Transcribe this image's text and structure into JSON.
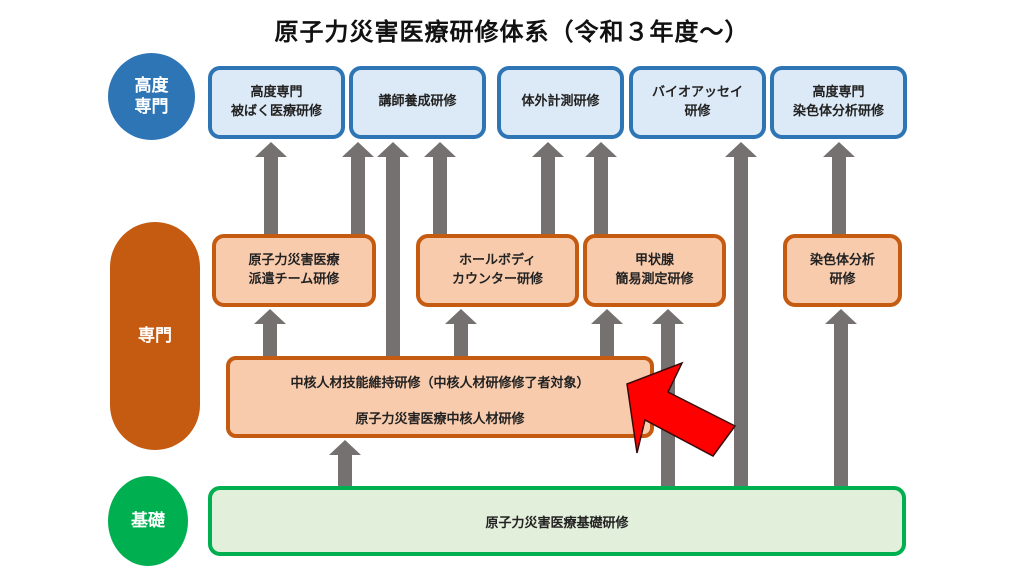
{
  "title": "原子力災害医療研修体系（令和３年度～）",
  "levels": {
    "advanced": "高度\n専門",
    "specialized": "専門",
    "basic": "基礎"
  },
  "advanced_courses": [
    {
      "id": "hibaku",
      "label": "高度専門\n被ばく医療研修"
    },
    {
      "id": "koushi",
      "label": "講師養成研修"
    },
    {
      "id": "taigai",
      "label": "体外計測研修"
    },
    {
      "id": "bioassay",
      "label": "バイオアッセイ\n研修"
    },
    {
      "id": "senshokutai-adv",
      "label": "高度専門\n染色体分析研修"
    }
  ],
  "specialized_courses": [
    {
      "id": "haken",
      "label": "原子力災害医療\n派遣チーム研修"
    },
    {
      "id": "wbc",
      "label": "ホールボディ\nカウンター研修"
    },
    {
      "id": "koujousen",
      "label": "甲状腺\n簡易測定研修"
    },
    {
      "id": "senshokutai",
      "label": "染色体分析\n研修"
    }
  ],
  "core_courses": {
    "maintenance": "中核人材技能維持研修（中核人材研修修了者対象）",
    "core": "原子力災害医療中核人材研修"
  },
  "basic_course": "原子力災害医療基礎研修",
  "colors": {
    "advanced": "#2e75b6",
    "advanced_fill": "#dce9f6",
    "specialized": "#c55a11",
    "specialized_fill": "#f8cbad",
    "basic": "#00b050",
    "basic_fill": "#e2efda",
    "arrow": "#767171",
    "highlight_pointer": "#ff0000"
  },
  "connections": [
    {
      "from": "haken",
      "to": "hibaku"
    },
    {
      "from": "haken",
      "to": "koushi"
    },
    {
      "from": "core",
      "to": "koushi"
    },
    {
      "from": "wbc",
      "to": "koushi"
    },
    {
      "from": "wbc",
      "to": "taigai"
    },
    {
      "from": "koujousen",
      "to": "taigai"
    },
    {
      "from": "basic",
      "to": "bioassay"
    },
    {
      "from": "senshokutai",
      "to": "senshokutai-adv"
    },
    {
      "from": "core",
      "to": "haken"
    },
    {
      "from": "core",
      "to": "wbc"
    },
    {
      "from": "core",
      "to": "koujousen"
    },
    {
      "from": "basic",
      "to": "koujousen"
    },
    {
      "from": "basic",
      "to": "senshokutai"
    },
    {
      "from": "basic",
      "to": "core"
    }
  ],
  "highlight": "maintenance"
}
